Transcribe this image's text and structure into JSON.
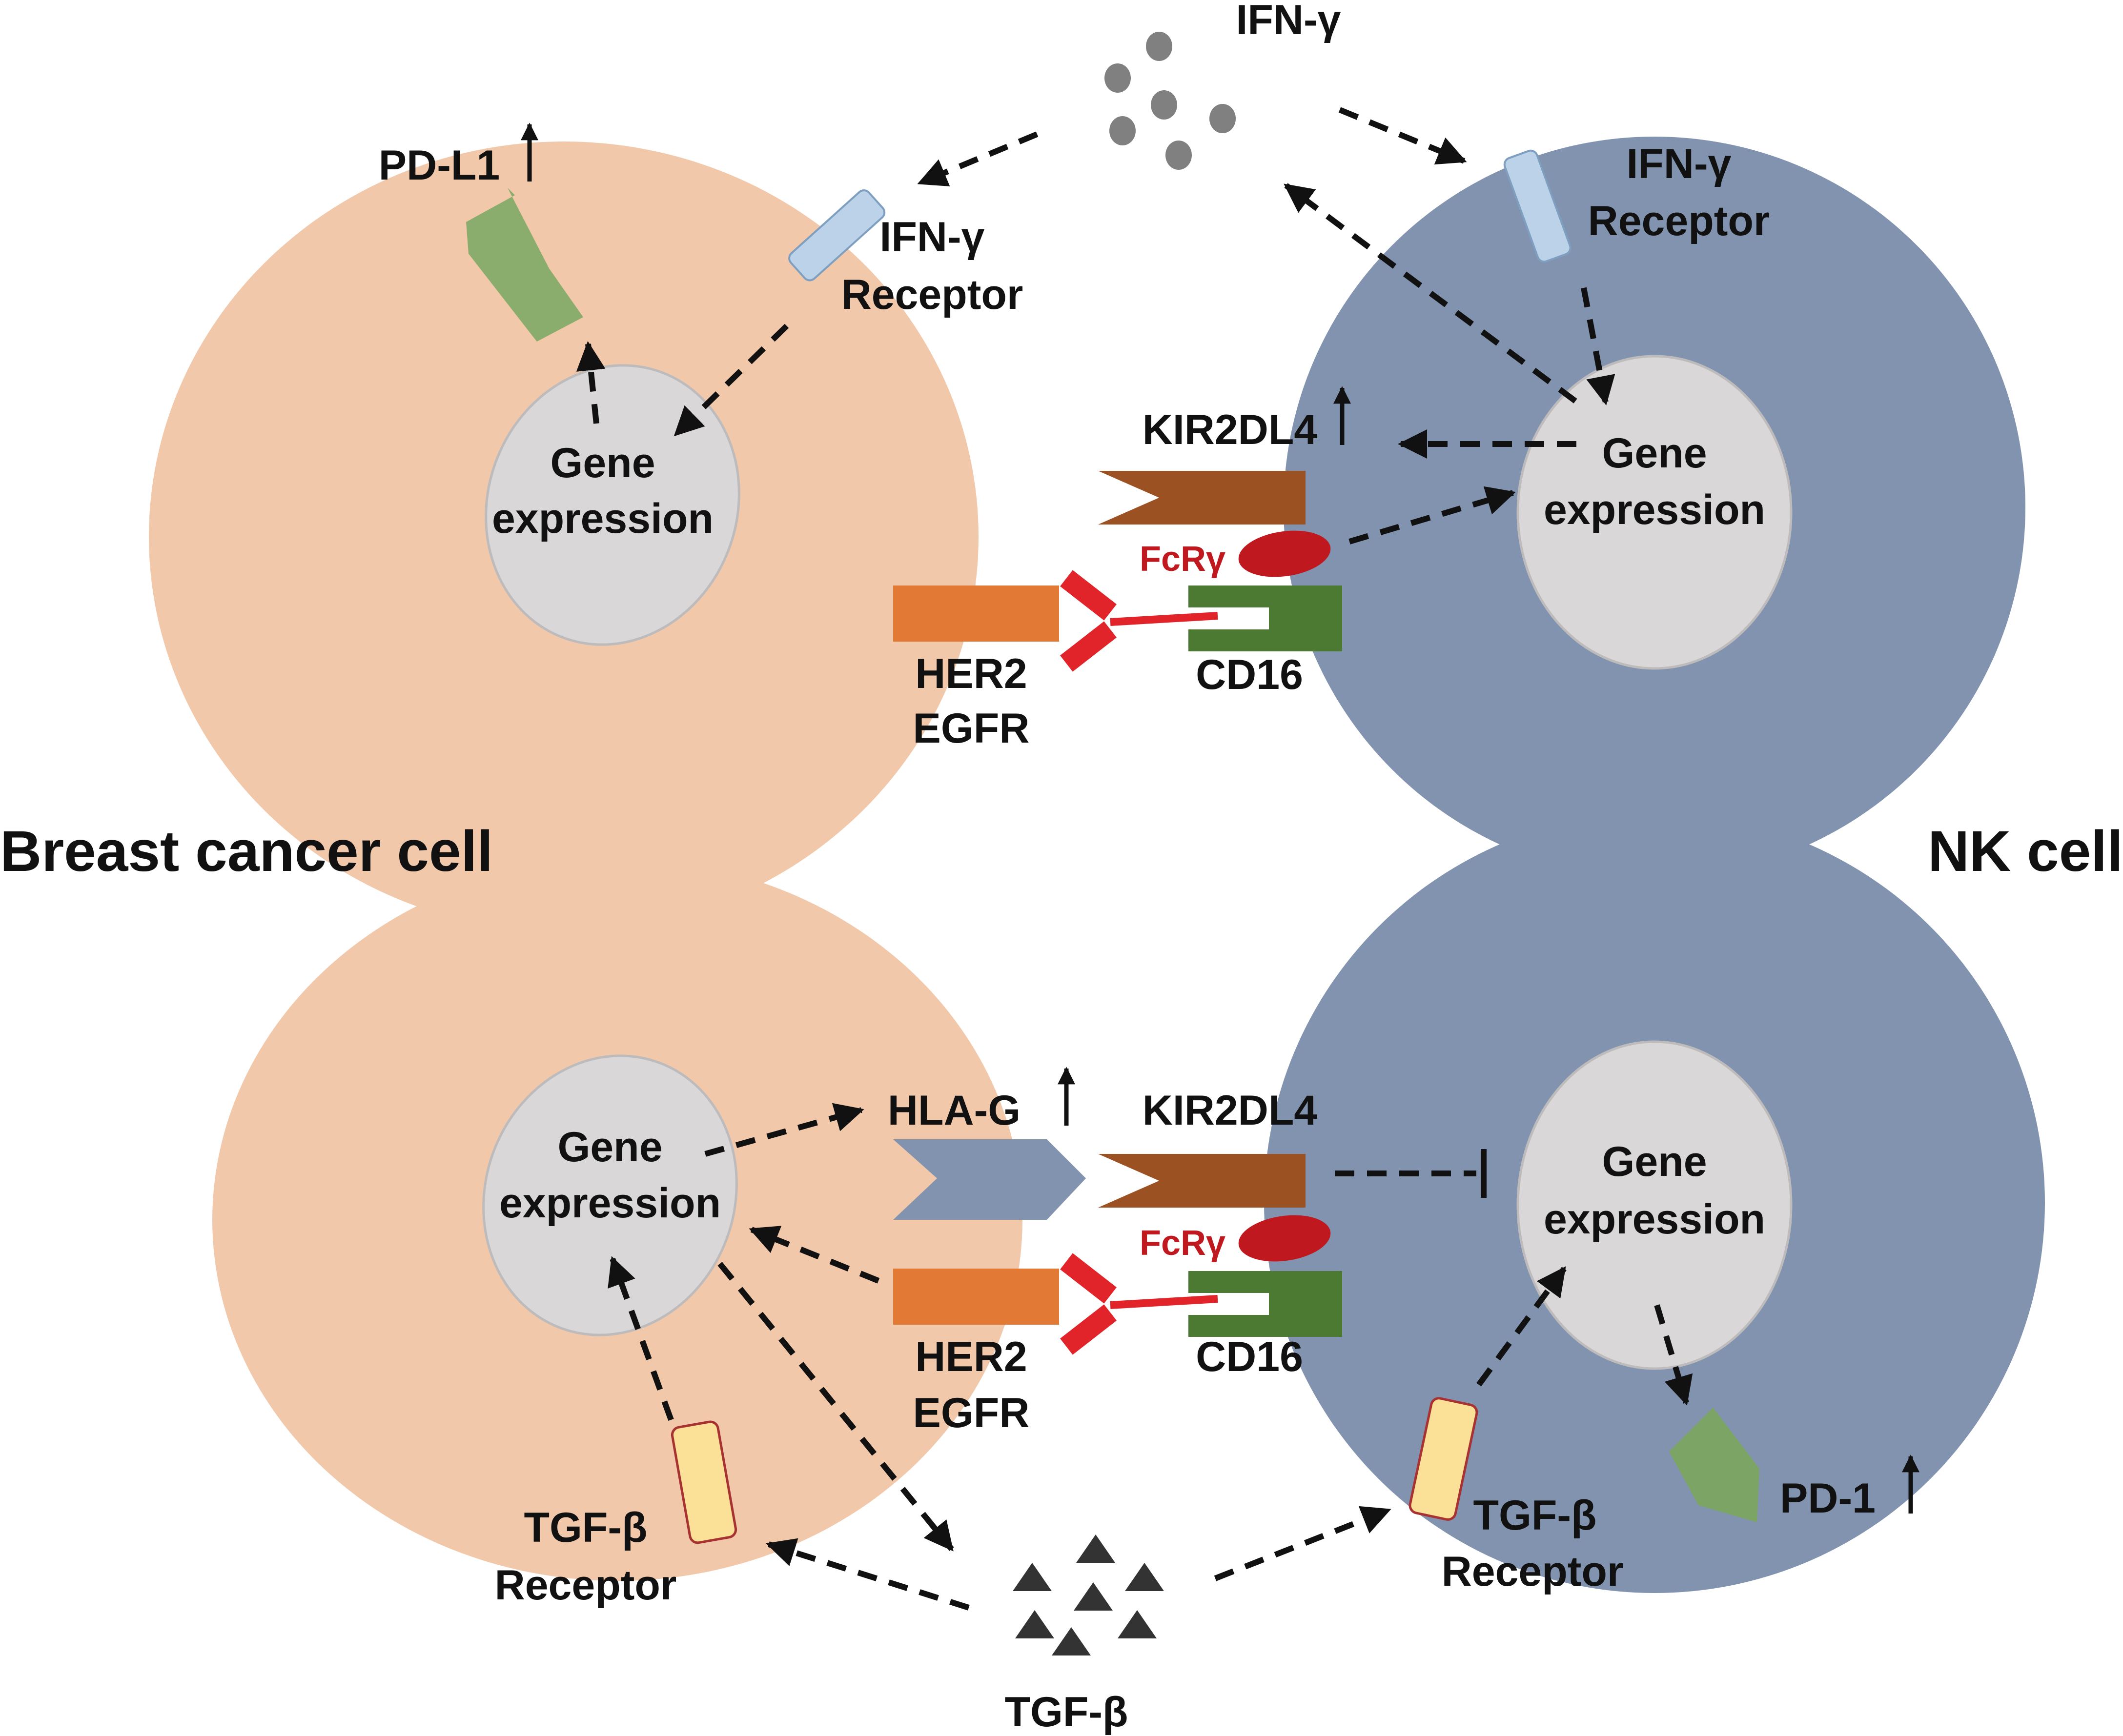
{
  "colors": {
    "cancer_cell": "#f2c8aa",
    "nk_cell": "#8193ae",
    "nucleus": "#d9d7d8",
    "pd_l1": "#8aac6c",
    "pd_1": "#7ba465",
    "ifn_receptor": "#bcd2e8",
    "tgf_receptor": "#fbe097",
    "kir2dl4": "#9c5122",
    "her2": "#e27a36",
    "antibody": "#e1242a",
    "cd16": "#4c7a32",
    "fcr": "#c0181f",
    "hla_g": "#8193ae",
    "ifn_dots": "#808080",
    "tgf_triangles": "#333333"
  },
  "icons": [
    "ifn-gamma-dot-icon",
    "tgf-beta-triangle-icon",
    "up-arrow-icon",
    "inhibition-bar-icon"
  ],
  "labels": {
    "breast_cancer_cell": "Breast cancer cell",
    "nk_cell": "NK cell",
    "ifn_gamma": "IFN-γ",
    "tgf_beta": "TGF-β"
  },
  "top_panel": {
    "pd_l1": "PD-L1",
    "ifn_receptor_left_line1": "IFN-γ",
    "ifn_receptor_left_line2": "Receptor",
    "ifn_receptor_right_line1": "IFN-γ",
    "ifn_receptor_right_line2": "Receptor",
    "gene_left_line1": "Gene",
    "gene_left_line2": "expression",
    "gene_right_line1": "Gene",
    "gene_right_line2": "expression",
    "kir2dl4": "KIR2DL4",
    "fcr": "FcRγ",
    "her2": "HER2",
    "egfr": "EGFR",
    "cd16": "CD16"
  },
  "bottom_panel": {
    "gene_left_line1": "Gene",
    "gene_left_line2": "expression",
    "gene_right_line1": "Gene",
    "gene_right_line2": "expression",
    "hla_g": "HLA-G",
    "kir2dl4": "KIR2DL4",
    "fcr": "FcRγ",
    "her2": "HER2",
    "egfr": "EGFR",
    "cd16": "CD16",
    "tgf_receptor_left_line1": "TGF-β",
    "tgf_receptor_left_line2": "Receptor",
    "tgf_receptor_right_line1": "TGF-β",
    "tgf_receptor_right_line2": "Receptor",
    "pd_1": "PD-1"
  }
}
